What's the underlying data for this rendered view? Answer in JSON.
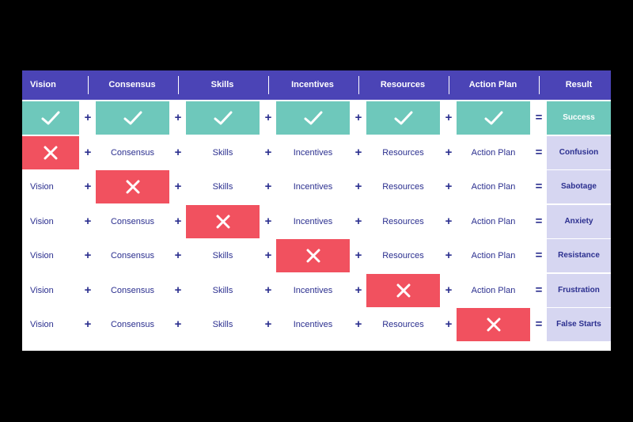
{
  "header": {
    "columns": [
      "Vision",
      "Consensus",
      "Skills",
      "Incentives",
      "Resources",
      "Action Plan"
    ],
    "result": "Result"
  },
  "operators": {
    "plus": "+",
    "equals": "="
  },
  "colors": {
    "header": "#4b44b6",
    "check_cell": "#6ec8bb",
    "cross_cell": "#f1515f",
    "result_cell": "#d6d6f1",
    "text": "#2b2f8f"
  },
  "rows": [
    {
      "cells": [
        "check",
        "check",
        "check",
        "check",
        "check",
        "check"
      ],
      "result": "Success"
    },
    {
      "cells": [
        "cross",
        "Consensus",
        "Skills",
        "Incentives",
        "Resources",
        "Action Plan"
      ],
      "result": "Confusion"
    },
    {
      "cells": [
        "Vision",
        "cross",
        "Skills",
        "Incentives",
        "Resources",
        "Action Plan"
      ],
      "result": "Sabotage"
    },
    {
      "cells": [
        "Vision",
        "Consensus",
        "cross",
        "Incentives",
        "Resources",
        "Action Plan"
      ],
      "result": "Anxiety"
    },
    {
      "cells": [
        "Vision",
        "Consensus",
        "Skills",
        "cross",
        "Resources",
        "Action Plan"
      ],
      "result": "Resistance"
    },
    {
      "cells": [
        "Vision",
        "Consensus",
        "Skills",
        "Incentives",
        "cross",
        "Action Plan"
      ],
      "result": "Frustration"
    },
    {
      "cells": [
        "Vision",
        "Consensus",
        "Skills",
        "Incentives",
        "Resources",
        "cross"
      ],
      "result": "False Starts"
    }
  ]
}
